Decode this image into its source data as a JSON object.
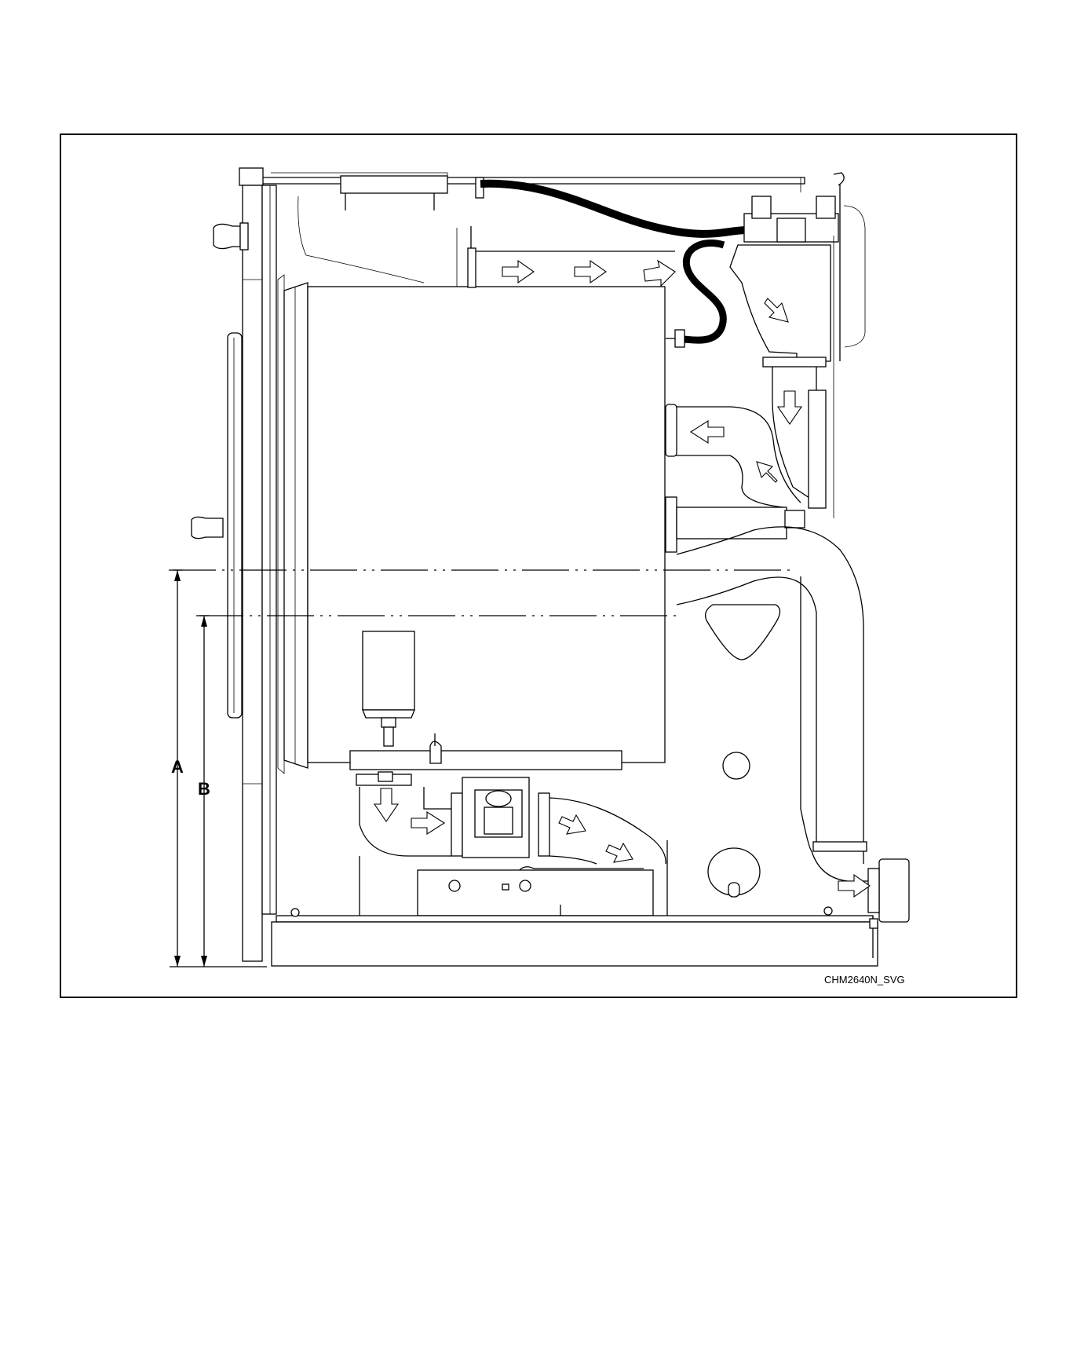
{
  "figure": {
    "code": "CHM2640N_SVG",
    "dimension_labels": {
      "a": "A",
      "b": "B"
    },
    "colors": {
      "ink": "#000000",
      "paper": "#ffffff"
    }
  }
}
